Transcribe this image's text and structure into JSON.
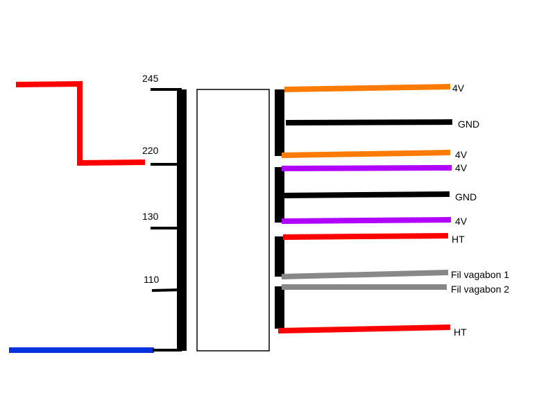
{
  "primary": {
    "taps": [
      {
        "label": "245"
      },
      {
        "label": "220"
      },
      {
        "label": "130"
      },
      {
        "label": "110"
      }
    ]
  },
  "secondary": {
    "outputs": [
      {
        "label": "4V",
        "color": "#ff7a00"
      },
      {
        "label": "GND",
        "color": "#000000"
      },
      {
        "label": "4V",
        "color": "#ff7a00"
      },
      {
        "label": "4V",
        "color": "#b000ff"
      },
      {
        "label": "GND",
        "color": "#000000"
      },
      {
        "label": "4V",
        "color": "#b000ff"
      },
      {
        "label": "HT",
        "color": "#ff0000"
      },
      {
        "label": "Fil vagabon 1",
        "color": "#888888"
      },
      {
        "label": "Fil vagabon 2",
        "color": "#888888"
      },
      {
        "label": "HT",
        "color": "#ff0000"
      }
    ]
  },
  "wires": {
    "mains_live_color": "#ff0000",
    "mains_neutral_color": "#0033dd"
  }
}
